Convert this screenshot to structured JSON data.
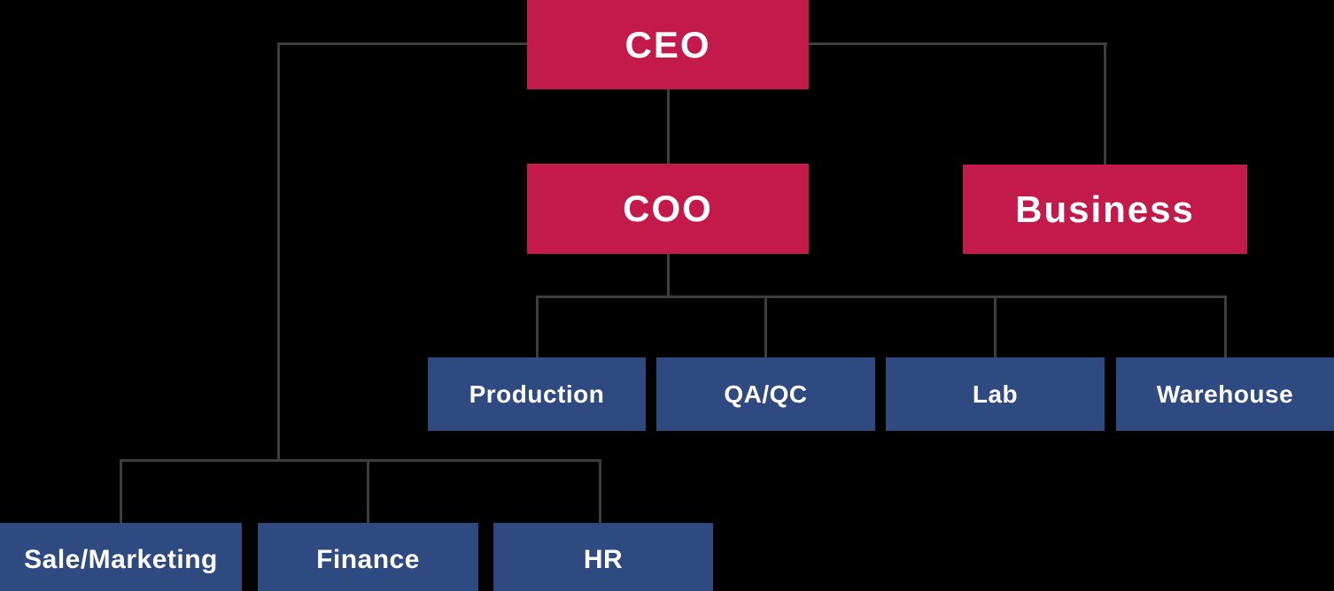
{
  "diagram": {
    "type": "org-chart",
    "background_color": "#000000",
    "connector_color": "#3D3D3D",
    "text_color": "#FFFFFF",
    "node_colors": {
      "executive": "#C41A4B",
      "department": "#2E4A80"
    },
    "nodes": {
      "ceo": {
        "label": "CEO",
        "level": "executive"
      },
      "coo": {
        "label": "COO",
        "level": "executive"
      },
      "business": {
        "label": "Business",
        "level": "executive"
      },
      "production": {
        "label": "Production",
        "level": "department"
      },
      "qaqc": {
        "label": "QA/QC",
        "level": "department"
      },
      "lab": {
        "label": "Lab",
        "level": "department"
      },
      "warehouse": {
        "label": "Warehouse",
        "level": "department"
      },
      "sale_marketing": {
        "label": "Sale/Marketing",
        "level": "department"
      },
      "finance": {
        "label": "Finance",
        "level": "department"
      },
      "hr": {
        "label": "HR",
        "level": "department"
      }
    },
    "edges": [
      {
        "from": "ceo",
        "to": "coo"
      },
      {
        "from": "ceo",
        "to": "business"
      },
      {
        "from": "ceo",
        "to": "sale_marketing"
      },
      {
        "from": "ceo",
        "to": "finance"
      },
      {
        "from": "ceo",
        "to": "hr"
      },
      {
        "from": "coo",
        "to": "production"
      },
      {
        "from": "coo",
        "to": "qaqc"
      },
      {
        "from": "coo",
        "to": "lab"
      },
      {
        "from": "coo",
        "to": "warehouse"
      }
    ]
  }
}
